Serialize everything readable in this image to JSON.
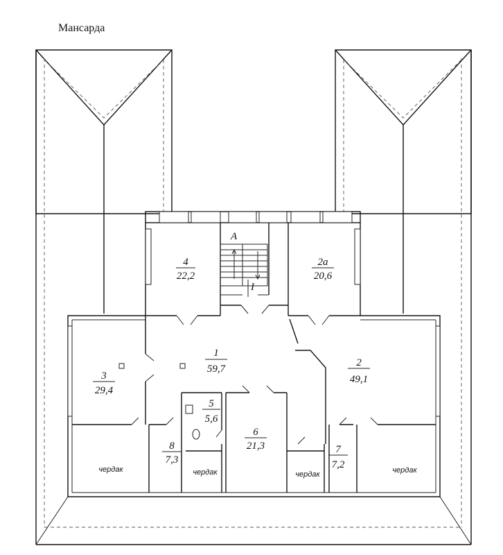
{
  "title": "Мансарда",
  "stair_label": "A",
  "section_mark": "I",
  "attic_label": "чердак",
  "rooms": [
    {
      "id": "1",
      "num": "1",
      "area": "59,7"
    },
    {
      "id": "2",
      "num": "2",
      "area": "49,1"
    },
    {
      "id": "2a",
      "num": "2а",
      "area": "20,6"
    },
    {
      "id": "3",
      "num": "3",
      "area": "29,4"
    },
    {
      "id": "4",
      "num": "4",
      "area": "22,2"
    },
    {
      "id": "5",
      "num": "5",
      "area": "5,6"
    },
    {
      "id": "6",
      "num": "6",
      "area": "21,3"
    },
    {
      "id": "7",
      "num": "7",
      "area": "7,2"
    },
    {
      "id": "8",
      "num": "8",
      "area": "7,3"
    }
  ]
}
